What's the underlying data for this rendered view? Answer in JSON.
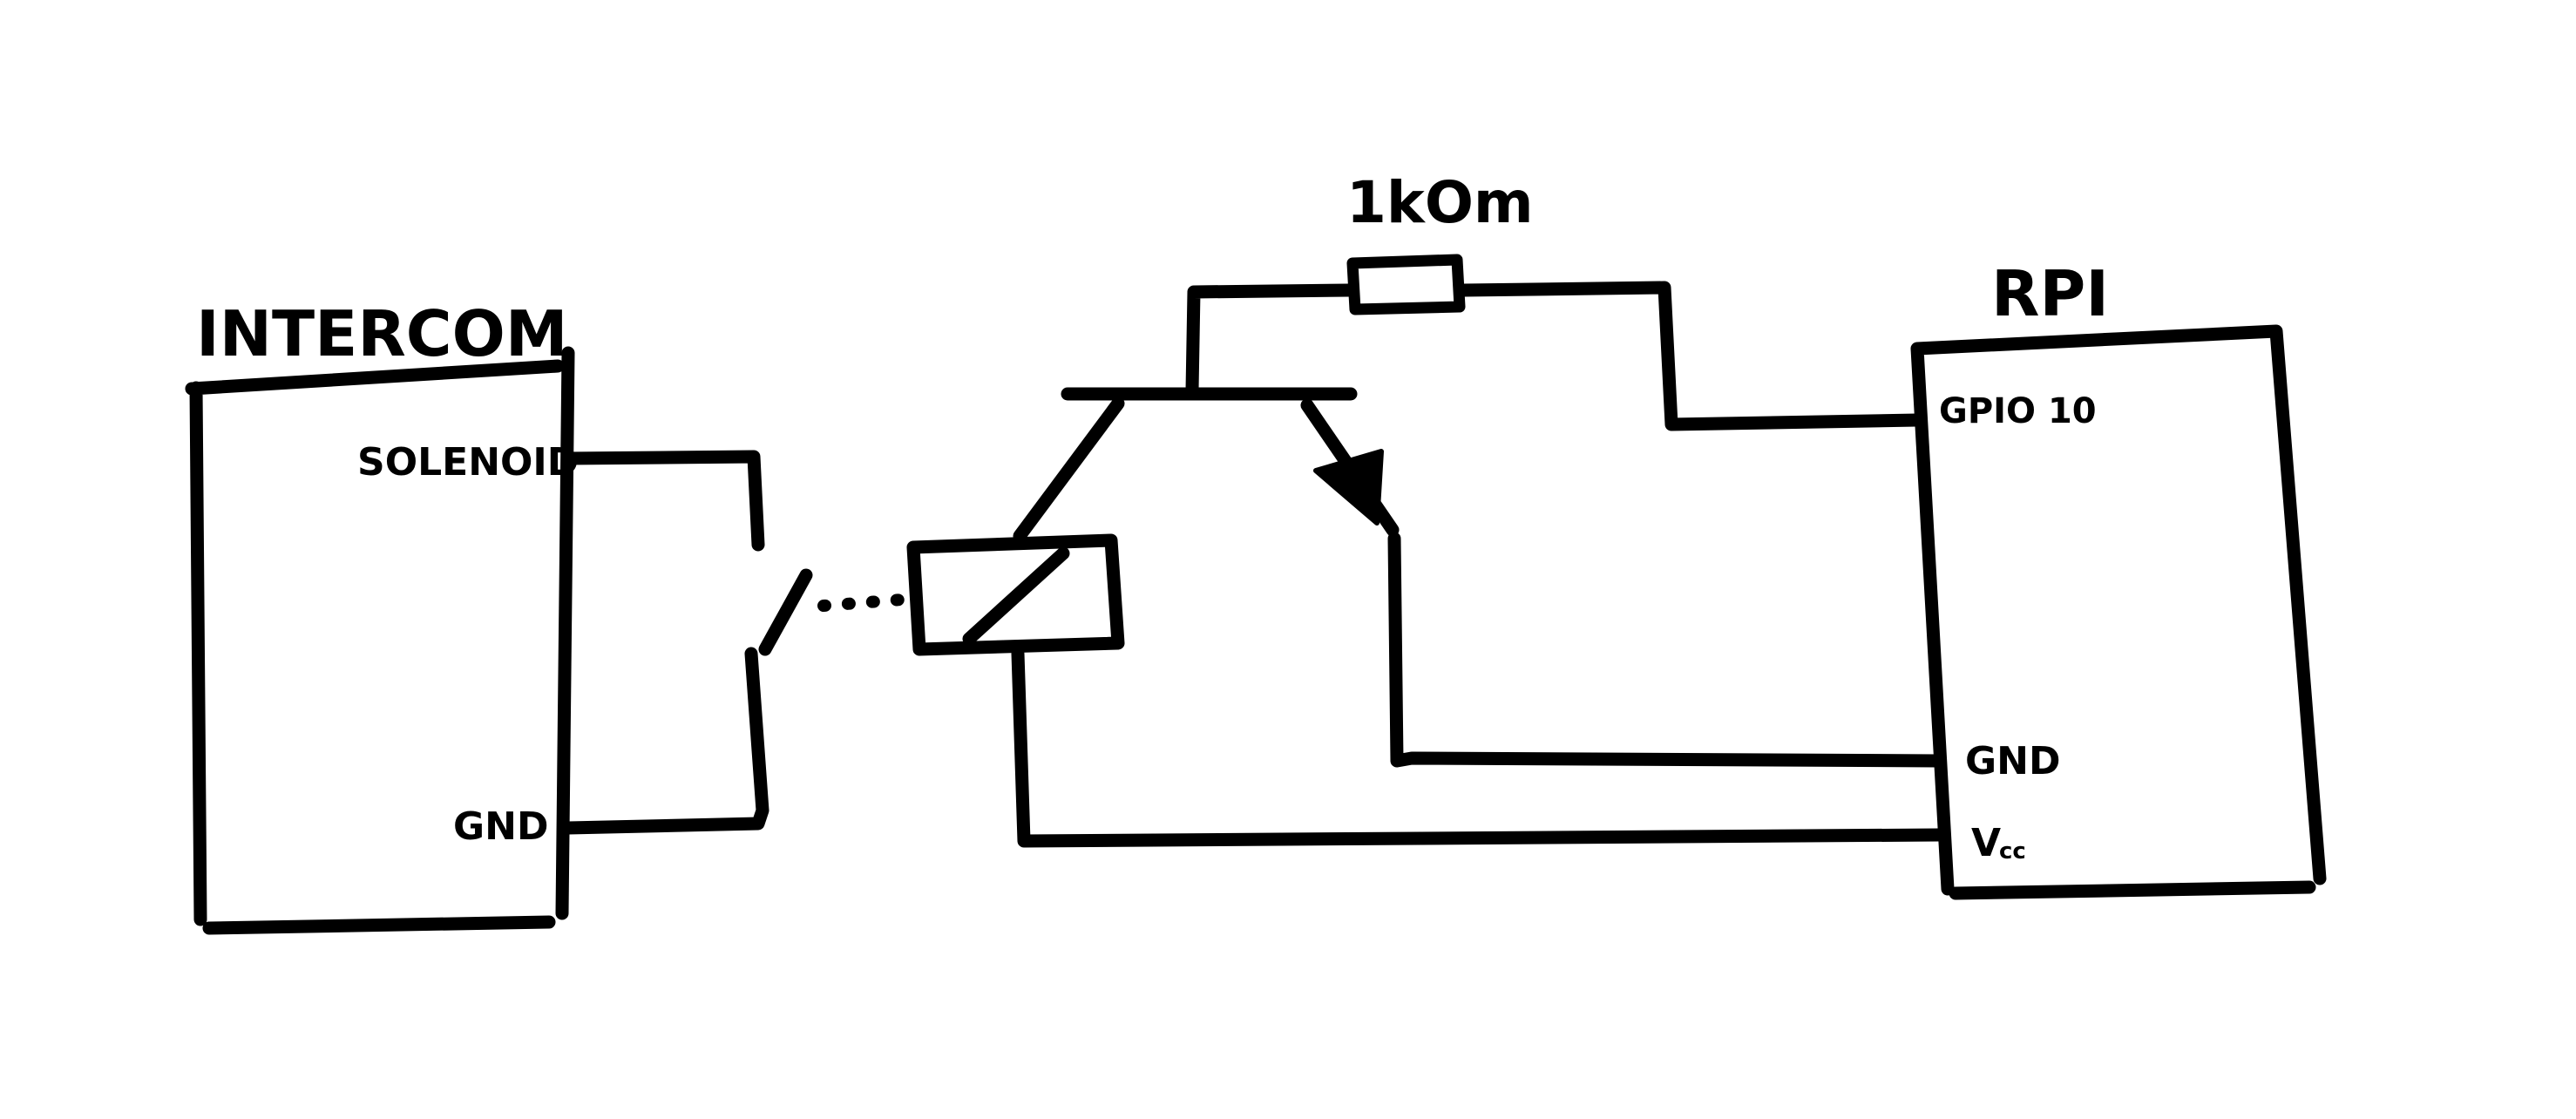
{
  "intercom": {
    "title": "INTERCOM",
    "pin_solenoid": "SOLENOID",
    "pin_gnd": "GND"
  },
  "rpi": {
    "title": "RPI",
    "pin_gpio": "GPIO 10",
    "pin_gnd": "GND",
    "pin_vcc": "V",
    "pin_vcc_sub": "cc"
  },
  "resistor": {
    "label": "1kOm"
  },
  "colors": {
    "ink": "#000000",
    "background": "#ffffff"
  }
}
